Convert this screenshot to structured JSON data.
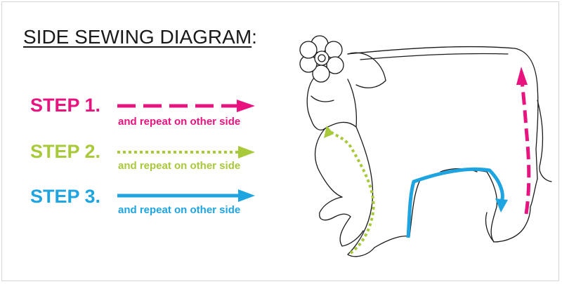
{
  "title": {
    "text": "SIDE SEWING DIAGRAM",
    "suffix": ":"
  },
  "legend": [
    {
      "step": "STEP 1.",
      "note": "and repeat on other side",
      "color": "#e8137f",
      "line_style": "long-dashed"
    },
    {
      "step": "STEP 2.",
      "note": "and repeat on other side",
      "color": "#a8c93a",
      "line_style": "dotted"
    },
    {
      "step": "STEP 3.",
      "note": "and repeat on other side",
      "color": "#1ea4e1",
      "line_style": "solid"
    }
  ],
  "figure": {
    "subject": "cow-with-flower-outline",
    "outline_color": "#1a1a1a"
  }
}
